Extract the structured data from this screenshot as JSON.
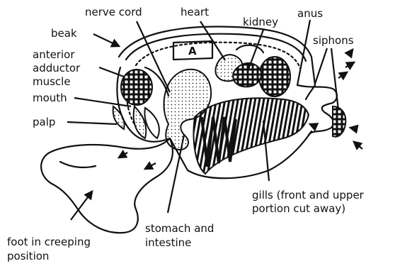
{
  "labels": {
    "nerve_cord": "nerve cord",
    "heart": "heart",
    "kidney": "kidney",
    "anus": "anus",
    "siphons": "siphons",
    "beak": "beak",
    "anterior_adductor_muscle": [
      "anterior",
      "adductor",
      "muscle"
    ],
    "mouth": "mouth",
    "palp": "palp",
    "gills": [
      "gills (front and upper",
      "portion cut away)"
    ],
    "stomach_and_intestine": [
      "stomach and",
      "intestine"
    ],
    "foot": [
      "foot in creeping",
      "position"
    ],
    "region_letter": "A"
  },
  "colors": {
    "ink": "#111111",
    "paper": "#ffffff"
  }
}
